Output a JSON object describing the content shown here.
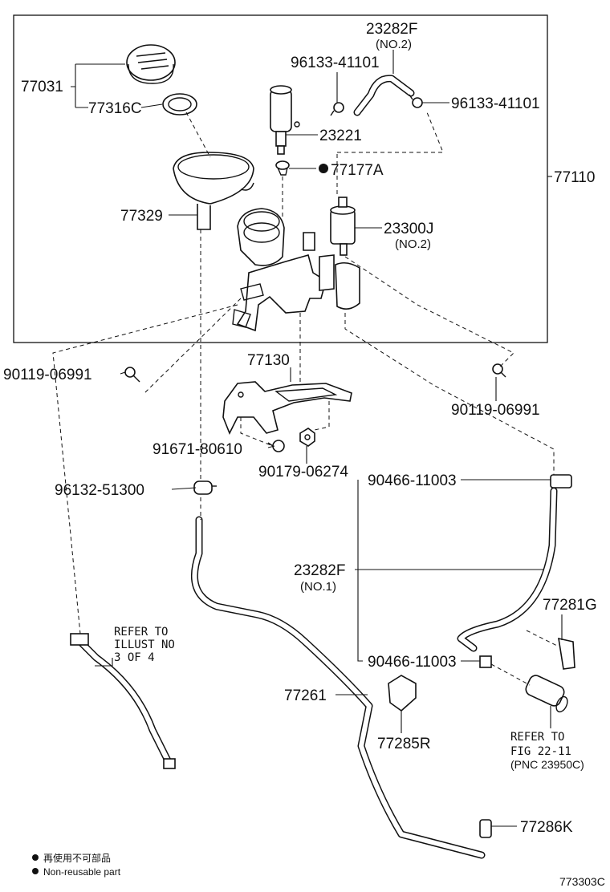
{
  "parts": {
    "p77031": "77031",
    "p77316C": "77316C",
    "p23282F_top": "23282F",
    "p23282F_top_sub": "(NO.2)",
    "p96133_left": "96133-41101",
    "p96133_right": "96133-41101",
    "p23221": "23221",
    "p77177A": "77177A",
    "p77110": "77110",
    "p77329": "77329",
    "p23300J": "23300J",
    "p23300J_sub": "(NO.2)",
    "p90119_left": "90119-06991",
    "p90119_right": "90119-06991",
    "p77130": "77130",
    "p91671": "91671-80610",
    "p90179": "90179-06274",
    "p96132": "96132-51300",
    "p90466_top": "90466-11003",
    "p23282F_mid": "23282F",
    "p23282F_mid_sub": "(NO.1)",
    "p77281G": "77281G",
    "p90466_bot": "90466-11003",
    "p77261": "77261",
    "p77285R": "77285R",
    "p77286K": "77286K"
  },
  "notes": {
    "refer_illust": [
      "REFER TO",
      "ILLUST NO",
      "3 OF 4"
    ],
    "refer_fig": [
      "REFER TO",
      "FIG 22-11",
      "(PNC 23950C)"
    ]
  },
  "legend": {
    "line1": "再使用不可部品",
    "line2": "Non-reusable part"
  },
  "diagram_code": "773303C"
}
